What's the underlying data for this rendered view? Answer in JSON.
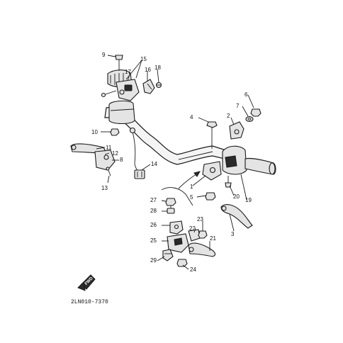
{
  "diagram": {
    "drawing_code": "2LN010-7370",
    "direction_label": "FWD",
    "callouts": [
      {
        "num": "1"
      },
      {
        "num": "2"
      },
      {
        "num": "3"
      },
      {
        "num": "4"
      },
      {
        "num": "5"
      },
      {
        "num": "6"
      },
      {
        "num": "7"
      },
      {
        "num": "8"
      },
      {
        "num": "9"
      },
      {
        "num": "10"
      },
      {
        "num": "11"
      },
      {
        "num": "12"
      },
      {
        "num": "13"
      },
      {
        "num": "14"
      },
      {
        "num": "15"
      },
      {
        "num": "16"
      },
      {
        "num": "17"
      },
      {
        "num": "18"
      },
      {
        "num": "19"
      },
      {
        "num": "20"
      },
      {
        "num": "21"
      },
      {
        "num": "22"
      },
      {
        "num": "23"
      },
      {
        "num": "24"
      },
      {
        "num": "25"
      },
      {
        "num": "26"
      },
      {
        "num": "27"
      },
      {
        "num": "28"
      },
      {
        "num": "29"
      }
    ]
  }
}
